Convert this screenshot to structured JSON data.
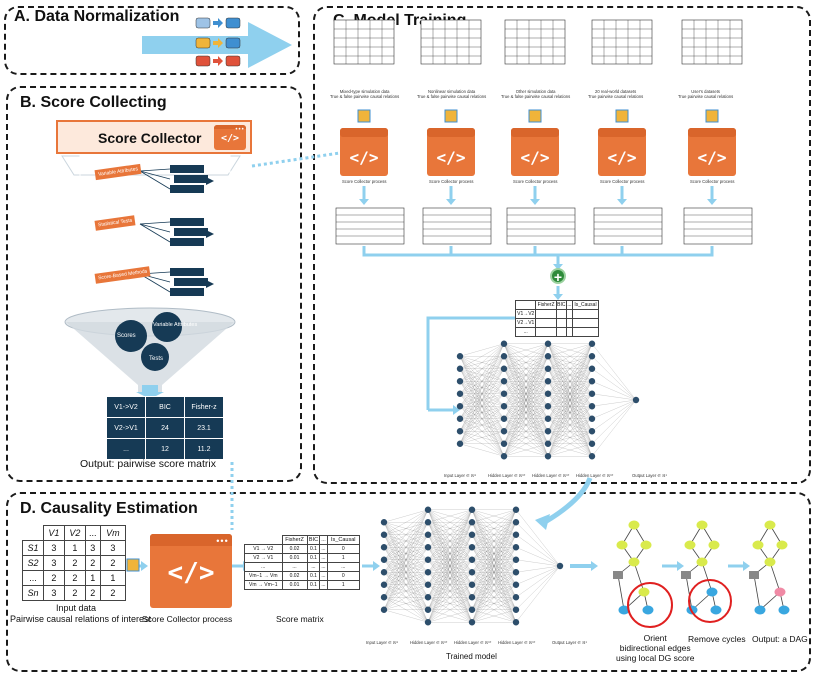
{
  "panel_a": {
    "title": "A.  Data Normalization"
  },
  "panel_b": {
    "title": "B. Score Collecting",
    "collector_title": "Score Collector",
    "code_symbol": "</>",
    "group_labels": [
      "Variable Attributes",
      "Statistical Tests",
      "Score-Based Methods"
    ],
    "funnel_labels": [
      "Scores",
      "Variable Attributes",
      "Tests"
    ],
    "score_matrix": [
      [
        "V1->V2",
        "BIC",
        "Fisher-z"
      ],
      [
        "V2->V1",
        "24",
        "23.1"
      ],
      [
        "...",
        "12",
        "11.2"
      ]
    ],
    "output_label": "Output: pairwise score matrix"
  },
  "panel_c": {
    "title": "C. Model Training",
    "datasets": [
      "Mixed-type simulation data\nTrue & false pairwise causal relations",
      "Nonlinear simulation data\nTrue & false pairwise causal relations",
      "Other simulation data\nTrue & false pairwise causal relations",
      "20 real-world datasets\nTrue pairwise causal relations",
      "User's datasets\nTrue pairwise causal relations"
    ],
    "process_label": "Score Collector process",
    "layer_labels": [
      "Input Layer ∈ ℝ⁸",
      "Hidden Layer ∈ ℝ¹⁰",
      "Hidden Layer ∈ ℝ¹⁰",
      "Hidden Layer ∈ ℝ¹⁰",
      "Output Layer ∈ ℝ¹"
    ],
    "plus_symbol": "+"
  },
  "panel_d": {
    "title": "D. Causality Estimation",
    "input_matrix": {
      "header": [
        "",
        "V1",
        "V2",
        "...",
        "Vm"
      ],
      "rows": [
        [
          "S1",
          "3",
          "1",
          "3",
          "3"
        ],
        [
          "S2",
          "3",
          "2",
          "2",
          "2"
        ],
        [
          "...",
          "2",
          "2",
          "1",
          "1"
        ],
        [
          "Sn",
          "3",
          "2",
          "2",
          "2"
        ]
      ]
    },
    "input_label_1": "Input data",
    "input_label_2": "Pairwise causal relations of interest",
    "process_label": "Score Collector process",
    "score_matrix": {
      "header": [
        "",
        "FisherZ",
        "BIC",
        "...",
        "Is_Causal"
      ],
      "rows": [
        [
          "V1 → V2",
          "0.02",
          "0.1",
          "...",
          "0"
        ],
        [
          "V2 → V1",
          "0.01",
          "0.1",
          "...",
          "1"
        ],
        [
          "...",
          "...",
          "...",
          "...",
          "..."
        ],
        [
          "Vm−1 → Vm",
          "0.02",
          "0.1",
          "...",
          "0"
        ],
        [
          "Vm → Vm−1",
          "0.01",
          "0.1",
          "...",
          "1"
        ]
      ]
    },
    "score_matrix_label": "Score matrix",
    "layer_labels": [
      "Input Layer ∈ ℝ⁸",
      "Hidden Layer ∈ ℝ¹⁰",
      "Hidden Layer ∈ ℝ¹⁰",
      "Hidden Layer ∈ ℝ¹⁰",
      "Output Layer ∈ ℝ¹"
    ],
    "trained_model_label": "Trained model",
    "orient_label": "Orient\nbidirectional edges\nusing local DG score",
    "remove_cycles_label": "Remove cycles",
    "output_label": "Output: a DAG"
  },
  "colors": {
    "orange": "#e8763a",
    "navy": "#163a55",
    "arrow": "#8fd0ee",
    "node": "#2d4e6b",
    "green": "#2e8b3a"
  }
}
